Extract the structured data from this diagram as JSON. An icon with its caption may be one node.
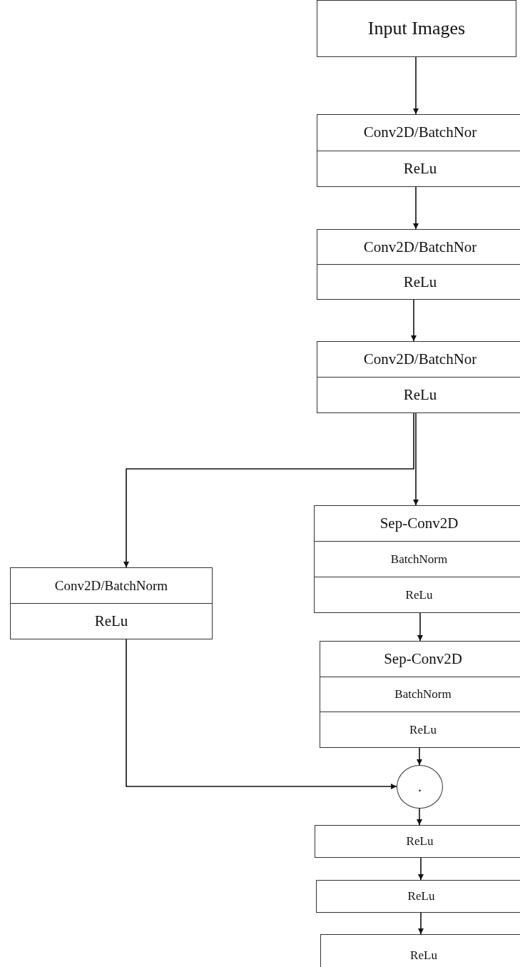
{
  "diagram": {
    "nodes": [
      {
        "text": [
          "Input Images"
        ]
      },
      {
        "text": [
          "Conv2D/BatchNor",
          "ReLu"
        ]
      },
      {
        "text": [
          "Conv2D/BatchNor",
          "ReLu"
        ]
      },
      {
        "text": [
          "Conv2D/BatchNor",
          "ReLu"
        ]
      },
      {
        "text": [
          "Sep-Conv2D",
          "BatchNorm",
          "ReLu"
        ]
      },
      {
        "text": [
          "Conv2D/BatchNorm",
          "ReLu"
        ]
      },
      {
        "text": [
          "Sep-Conv2D",
          "BatchNorm",
          "ReLu"
        ]
      },
      {
        "text": [
          "."
        ]
      },
      {
        "text": [
          "ReLu"
        ]
      },
      {
        "text": [
          "ReLu"
        ]
      },
      {
        "text": [
          "ReLu"
        ]
      }
    ],
    "edges": [
      {
        "from": 0,
        "to": 1,
        "arrow": "to"
      },
      {
        "from": 1,
        "to": 2,
        "arrow": "to"
      },
      {
        "from": 2,
        "to": 3,
        "arrow": "to"
      },
      {
        "from": 3,
        "to": 4,
        "arrow": "to"
      },
      {
        "from": 3,
        "to": 5,
        "arrow": "to"
      },
      {
        "from": 4,
        "to": 6,
        "arrow": "to"
      },
      {
        "from": 6,
        "to": 7,
        "arrow": "to"
      },
      {
        "from": 5,
        "to": 7,
        "arrow": "to"
      },
      {
        "from": 7,
        "to": 8,
        "arrow": "to"
      },
      {
        "from": 8,
        "to": 9,
        "arrow": "to"
      },
      {
        "from": 9,
        "to": 10,
        "arrow": "to"
      }
    ]
  }
}
